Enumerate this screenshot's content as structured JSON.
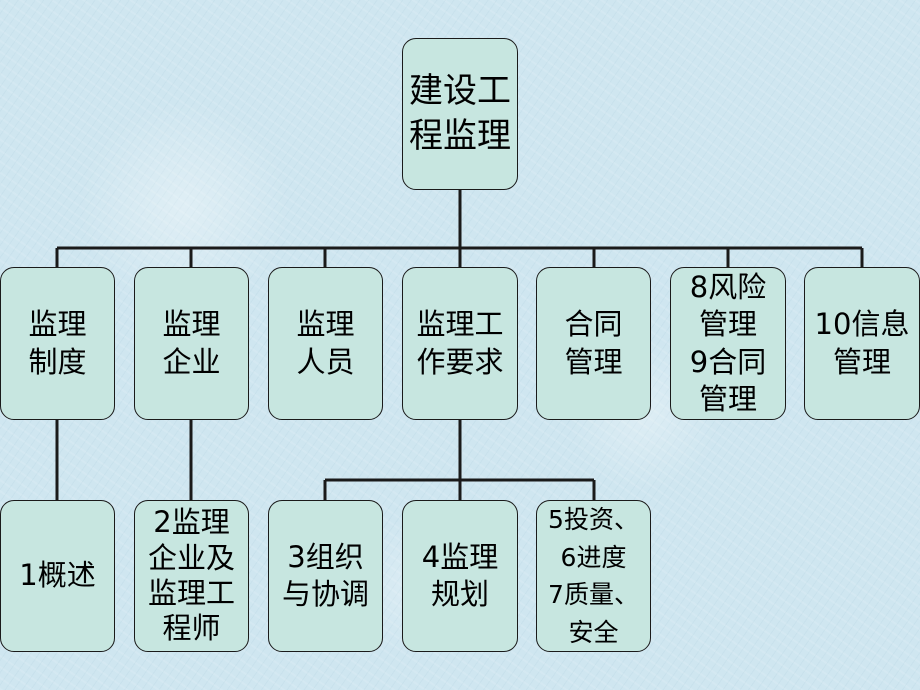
{
  "diagram": {
    "root": {
      "label": "建设工\n程监理"
    },
    "level1": [
      {
        "label": "监理\n制度"
      },
      {
        "label": "监理\n企业"
      },
      {
        "label": "监理\n人员"
      },
      {
        "label": "监理工\n作要求"
      },
      {
        "label": "合同\n管理"
      },
      {
        "label": "8风险\n管理\n9合同\n管理"
      },
      {
        "label": "10信息\n管理"
      }
    ],
    "level2": [
      {
        "label": "1概述"
      },
      {
        "label": "2监理\n企业及\n监理工\n程师"
      },
      {
        "label": "3组织\n与协调"
      },
      {
        "label": "4监理\n规划"
      },
      {
        "label": "5投资、\n6进度\n7质量、\n安全"
      }
    ]
  },
  "colors": {
    "node_fill": "#c7e6e0",
    "line": "#1a1a1a",
    "background": "#cfe6f0"
  }
}
